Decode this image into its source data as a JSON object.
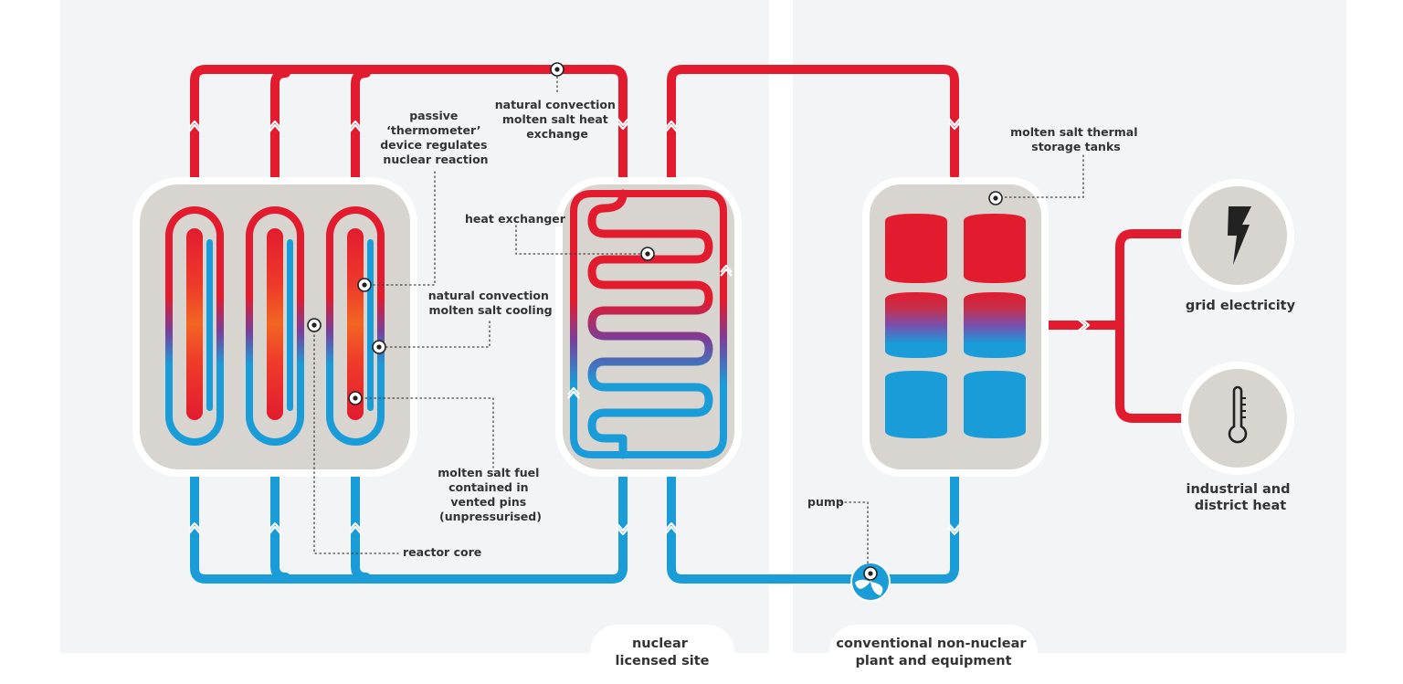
{
  "labels": {
    "passive": [
      "passive",
      "‘thermometer’",
      "device regulates",
      "nuclear reaction"
    ],
    "nat_conv_exchange": [
      "natural convection",
      "molten salt heat",
      "exchange"
    ],
    "heat_exchanger": [
      "heat exchanger"
    ],
    "nat_conv_cooling": [
      "natural convection",
      "molten salt cooling"
    ],
    "fuel_pins": [
      "molten salt fuel",
      "contained in",
      "vented pins",
      "(unpressurised)"
    ],
    "reactor_core": [
      "reactor core"
    ],
    "storage_tanks": [
      "molten salt thermal",
      "storage tanks"
    ],
    "pump": [
      "pump"
    ],
    "grid": [
      "grid electricity"
    ],
    "industrial": [
      "industrial and",
      "district heat"
    ],
    "nuclear_site": [
      "nuclear",
      "licensed site"
    ],
    "conventional": [
      "conventional non-nuclear",
      "plant and equipment"
    ]
  },
  "icons": {
    "grid": "lightning-bolt-icon",
    "industrial": "thermometer-icon",
    "pump": "pump-fan-icon"
  },
  "colors": {
    "hot": "#e21b2f",
    "cold": "#1a9cd8",
    "mid": "#7a3e9a",
    "core_glow": "#f26522",
    "panel": "#f3f4f6",
    "box": "#d8d4cf",
    "dark": "#333333"
  }
}
